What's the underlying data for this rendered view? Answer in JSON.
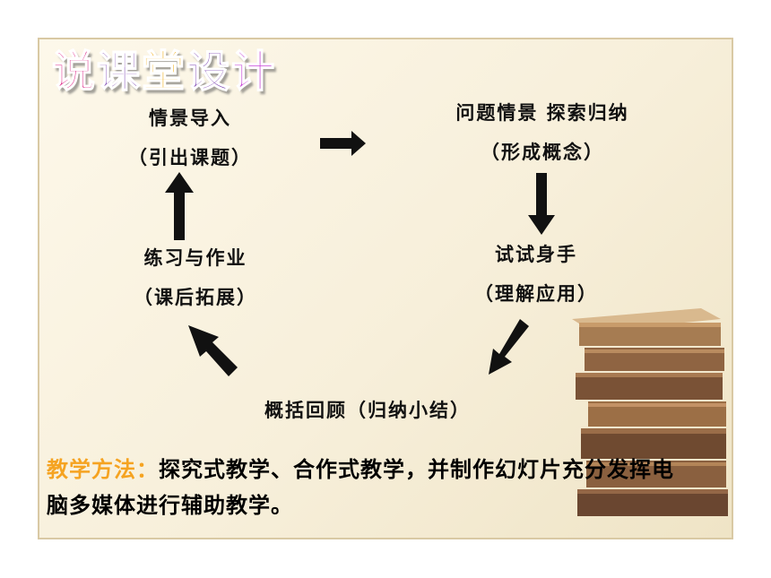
{
  "title": {
    "chars": [
      "说",
      "课",
      "堂",
      "设",
      "计"
    ],
    "colors": [
      "#e0308e",
      "#7a3fb0",
      "#f2a800",
      "#7a3fb0",
      "#c63fd6"
    ]
  },
  "cycle": {
    "n1": {
      "line1": "情景导入",
      "line2": "（引出课题）"
    },
    "n2": {
      "line1": "问题情景 探索归纳",
      "line2": "（形成概念）"
    },
    "n3": {
      "line1": "试试身手",
      "line2": "（理解应用）"
    },
    "n4": {
      "line1": "概括回顾（归纳小结）"
    },
    "n5": {
      "line1": "练习与作业",
      "line2": "（课后拓展）"
    }
  },
  "method": {
    "label": "教学方法：",
    "text": "探究式教学、合作式教学，并制作幻灯片充分发挥电脑多媒体进行辅助教学。"
  },
  "colors": {
    "accent": "#f5a321",
    "arrow": "#111111"
  }
}
